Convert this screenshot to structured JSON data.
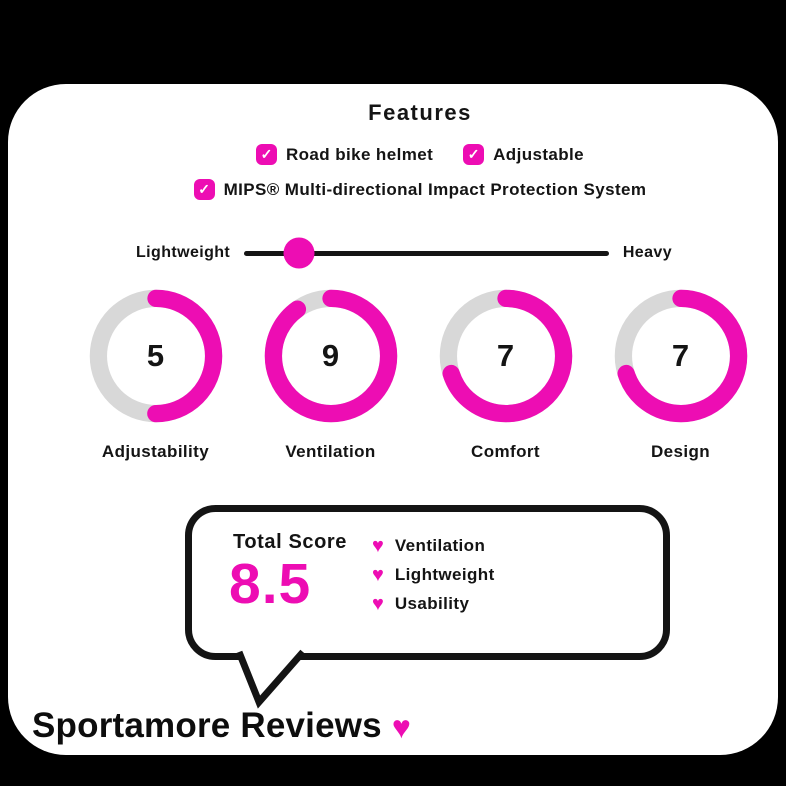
{
  "colors": {
    "pink": "#ed0db3",
    "gray": "#d8d8d8",
    "ink": "#141414"
  },
  "features": {
    "title": "Features",
    "check_icon": "✓",
    "row1": [
      {
        "label": "Road bike helmet"
      },
      {
        "label": "Adjustable"
      }
    ],
    "row2": [
      {
        "label": "MIPS® Multi-directional Impact Protection System"
      }
    ]
  },
  "weight_scale": {
    "left_label": "Lightweight",
    "right_label": "Heavy",
    "position_fraction": 0.15
  },
  "chart_data": {
    "type": "gauge",
    "max_score": 10,
    "gauges": [
      {
        "label": "Adjustability",
        "score": "5",
        "fraction": 0.5
      },
      {
        "label": "Ventilation",
        "score": "9",
        "fraction": 0.9
      },
      {
        "label": "Comfort",
        "score": "7",
        "fraction": 0.7
      },
      {
        "label": "Design",
        "score": "7",
        "fraction": 0.7
      }
    ],
    "weight_scale_position": 0.15,
    "total_score": {
      "label": "Total Score",
      "value": "8.5"
    }
  },
  "highlights": {
    "heart_icon": "♥",
    "items": [
      "Ventilation",
      "Lightweight",
      "Usability"
    ]
  },
  "footer": {
    "brand": "Sportamore Reviews",
    "heart_icon": "♥"
  }
}
